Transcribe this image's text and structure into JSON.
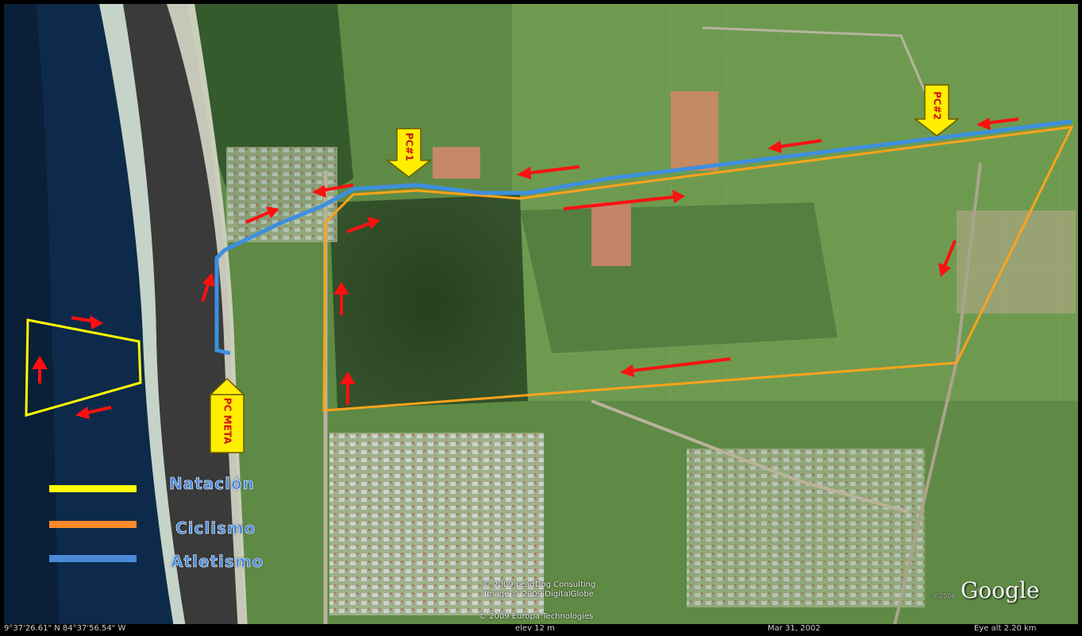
{
  "legend": {
    "items": [
      {
        "label": "Natación",
        "color": "#ffff00"
      },
      {
        "label": "Ciclismo",
        "color": "#ff8a2a"
      },
      {
        "label": "Atletismo",
        "color": "#4a8ad8"
      }
    ]
  },
  "checkpoints": {
    "pc1": "PC#1",
    "pc2": "PC#2",
    "pc_meta": "PC META"
  },
  "colors": {
    "swim": "#ffff00",
    "bike": "#ffa31a",
    "run": "#3d8fe0",
    "arrow": "#ff1010",
    "marker_fill": "#ffee00"
  },
  "credits": {
    "line1": "© 2009 LeadDog Consulting",
    "line2": "Image © 2009 DigitalGlobe",
    "line3": "© 2009 Europa Technologies",
    "logo": "Google",
    "logo_year": "©2008"
  },
  "status": {
    "coords": "9°37'26.61\" N   84°37'56.54\" W",
    "elev": "elev  12 m",
    "date": "Mar 31, 2002",
    "eye_alt": "Eye alt   2.20 km"
  }
}
